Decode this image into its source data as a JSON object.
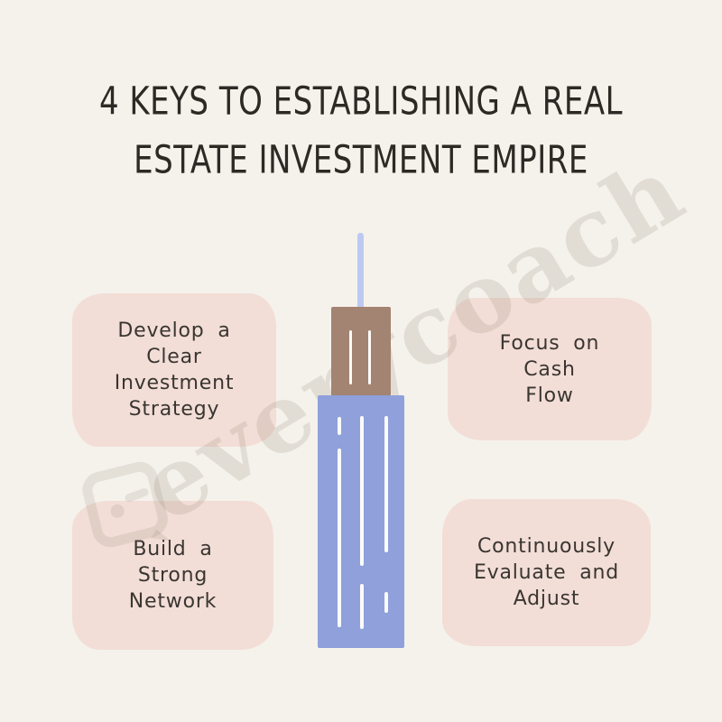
{
  "infographic": {
    "title": {
      "line1": "4 KEYS TO ESTABLISHING A REAL",
      "line2": "ESTATE INVESTMENT EMPIRE"
    },
    "cards": [
      {
        "name": "develop-strategy",
        "lines": [
          "Develop a",
          "Clear",
          "Investment",
          "Strategy"
        ]
      },
      {
        "name": "cash-flow",
        "lines": [
          "Focus on",
          "Cash",
          "Flow"
        ]
      },
      {
        "name": "build-network",
        "lines": [
          "Build a",
          "Strong",
          "Network"
        ]
      },
      {
        "name": "evaluate-adjust",
        "lines": [
          "Continuously",
          "Evaluate and",
          "Adjust"
        ]
      }
    ],
    "watermark": {
      "text": "everycoach",
      "icon": "badge-wink-icon"
    },
    "illustration": {
      "name": "skyscraper",
      "parts": [
        "antenna",
        "tower-top",
        "tower-body",
        "window-lines"
      ]
    },
    "colors": {
      "background": "#f5f2ec",
      "card_fill": "#f2ded7",
      "card_text": "#3a3531",
      "title_text": "#2d2a26",
      "tower_blue": "#8fa0db",
      "tower_top_brown": "#a38372",
      "antenna_periwinkle": "#bdc9f2",
      "window_white": "#fcfcf8",
      "watermark_tint": "rgba(130,114,90,0.16)"
    }
  }
}
